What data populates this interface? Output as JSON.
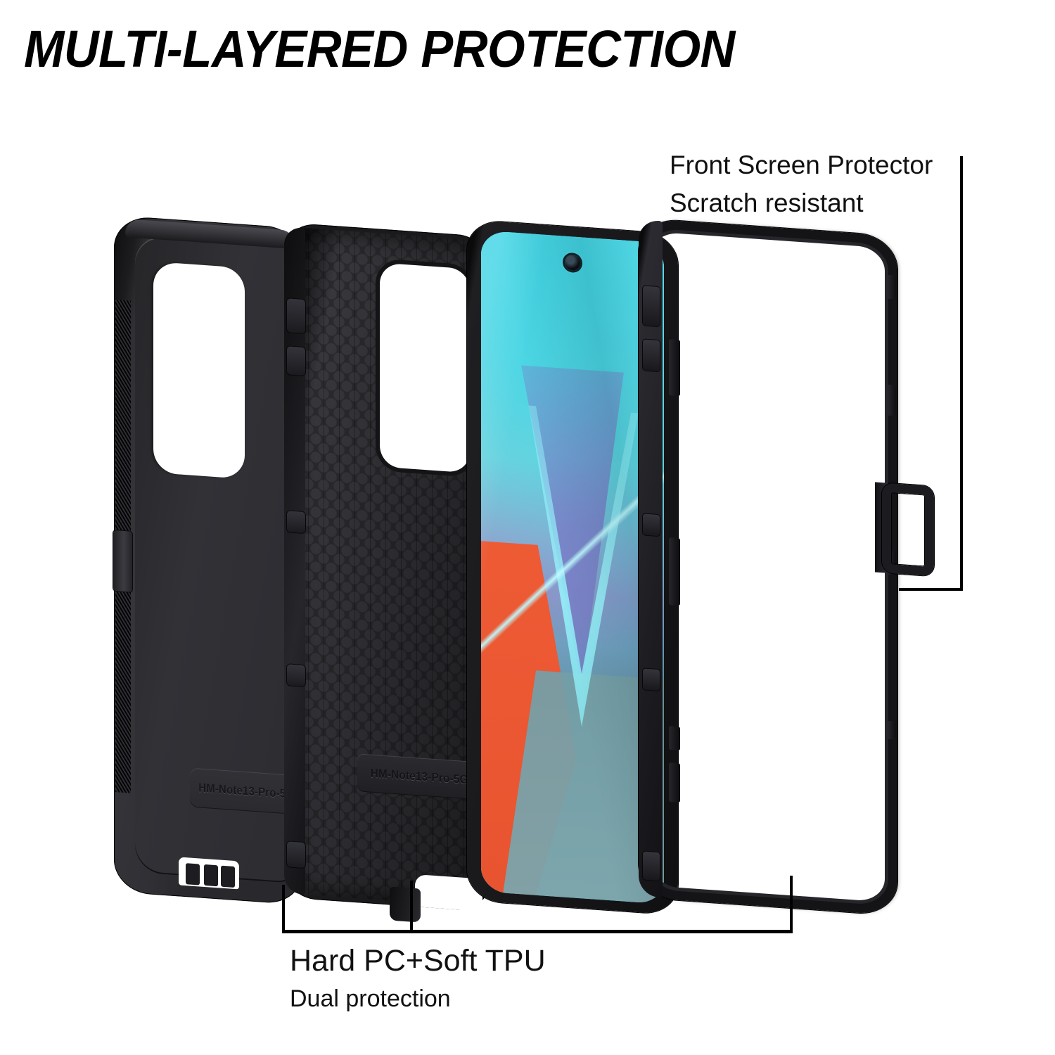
{
  "headline": "MULTI-LAYERED PROTECTION",
  "callouts": {
    "screen_protector": {
      "line1": "Front Screen Protector",
      "line2": "Scratch resistant"
    },
    "case_material": {
      "line1": "Hard PC+Soft TPU",
      "line2": "Dual protection"
    }
  },
  "product": {
    "layers": [
      {
        "name": "Hard PC back shell",
        "model_emboss": "HM-Note13-Pro-5G"
      },
      {
        "name": "Soft TPU honeycomb inner shell",
        "model_emboss": "HM-Note13-Pro-5G"
      },
      {
        "name": "Phone",
        "model_emboss": ""
      },
      {
        "name": "Front screen protector frame",
        "model_emboss": ""
      }
    ]
  },
  "colors": {
    "background": "#ffffff",
    "text": "#000000",
    "leader_line": "#000000",
    "shell_black": "#1a1a1d",
    "wallpaper_cyan": "#4fd4e4",
    "wallpaper_orange": "#f2613a",
    "wallpaper_purple": "#787cc8",
    "wallpaper_teal": "#7ca5ac"
  }
}
